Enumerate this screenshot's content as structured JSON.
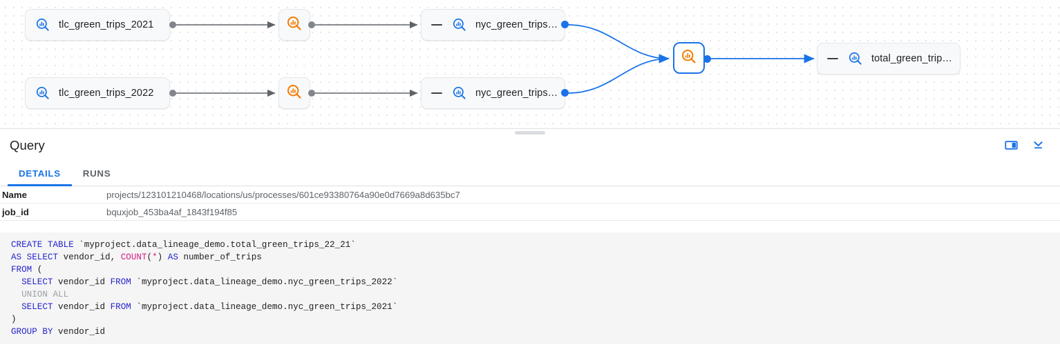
{
  "lineage": {
    "nodes": [
      {
        "id": "tlc2021",
        "label": "tlc_green_trips_2021",
        "icon": "table-search-icon-blue",
        "kind": "table"
      },
      {
        "id": "tlc2022",
        "label": "tlc_green_trips_2022",
        "icon": "table-search-icon-blue",
        "kind": "table"
      },
      {
        "id": "proc1",
        "label": "",
        "icon": "process-search-icon-orange",
        "kind": "process"
      },
      {
        "id": "proc2",
        "label": "",
        "icon": "process-search-icon-orange",
        "kind": "process"
      },
      {
        "id": "nyc2021",
        "label": "nyc_green_trips…",
        "icon": "table-search-icon-blue",
        "kind": "table"
      },
      {
        "id": "nyc2022",
        "label": "nyc_green_trips…",
        "icon": "table-search-icon-blue",
        "kind": "table"
      },
      {
        "id": "procsel",
        "label": "",
        "icon": "process-search-icon-orange",
        "kind": "process-selected"
      },
      {
        "id": "total",
        "label": "total_green_trip…",
        "icon": "table-search-icon-blue",
        "kind": "table"
      }
    ],
    "colors": {
      "edge_gray": "#5f6368",
      "edge_blue": "#1a73e8",
      "icon_blue": "#1a73e8",
      "icon_orange": "#f57c00",
      "selected_border": "#1a73e8"
    }
  },
  "panel": {
    "title": "Query",
    "actions": [
      {
        "name": "split-pane-icon",
        "label": "Split pane"
      },
      {
        "name": "collapse-panel-icon",
        "label": "Collapse"
      }
    ],
    "tabs": [
      {
        "label": "DETAILS",
        "active": true
      },
      {
        "label": "RUNS",
        "active": false
      }
    ],
    "details": {
      "rows": [
        {
          "key": "Name",
          "value": "projects/123101210468/locations/us/processes/601ce93380764a90e0d7669a8d635bc7"
        },
        {
          "key": "job_id",
          "value": "bquxjob_453ba4af_1843f194f85"
        }
      ]
    },
    "query_sql": {
      "lines": [
        [
          {
            "t": "CREATE TABLE ",
            "c": "kw"
          },
          {
            "t": "`myproject.data_lineage_demo.total_green_trips_22_21`",
            "c": ""
          }
        ],
        [
          {
            "t": "AS SELECT ",
            "c": "kw"
          },
          {
            "t": "vendor_id, ",
            "c": ""
          },
          {
            "t": "COUNT",
            "c": "fn"
          },
          {
            "t": "(",
            "c": ""
          },
          {
            "t": "*",
            "c": "op"
          },
          {
            "t": ") ",
            "c": ""
          },
          {
            "t": "AS ",
            "c": "kw"
          },
          {
            "t": "number_of_trips",
            "c": ""
          }
        ],
        [
          {
            "t": "FROM ",
            "c": "kw"
          },
          {
            "t": "(",
            "c": ""
          }
        ],
        [
          {
            "t": "  ",
            "c": ""
          },
          {
            "t": "SELECT ",
            "c": "kw"
          },
          {
            "t": "vendor_id ",
            "c": ""
          },
          {
            "t": "FROM ",
            "c": "kw"
          },
          {
            "t": "`myproject.data_lineage_demo.nyc_green_trips_2022`",
            "c": ""
          }
        ],
        [
          {
            "t": "  ",
            "c": ""
          },
          {
            "t": "UNION ALL",
            "c": "dim"
          }
        ],
        [
          {
            "t": "  ",
            "c": ""
          },
          {
            "t": "SELECT ",
            "c": "kw"
          },
          {
            "t": "vendor_id ",
            "c": ""
          },
          {
            "t": "FROM ",
            "c": "kw"
          },
          {
            "t": "`myproject.data_lineage_demo.nyc_green_trips_2021`",
            "c": ""
          }
        ],
        [
          {
            "t": ")",
            "c": ""
          }
        ],
        [
          {
            "t": "GROUP BY ",
            "c": "kw"
          },
          {
            "t": "vendor_id",
            "c": ""
          }
        ]
      ]
    }
  }
}
